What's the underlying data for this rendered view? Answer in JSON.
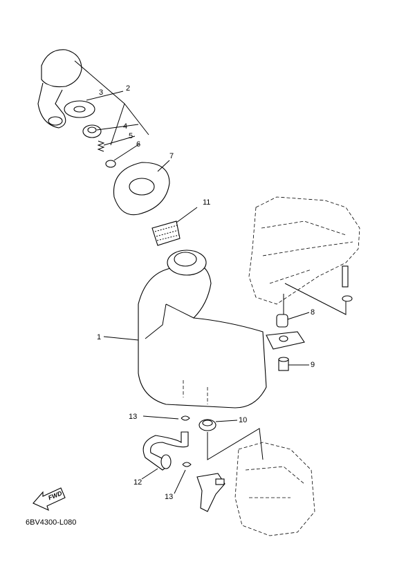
{
  "diagram": {
    "callouts": [
      "1",
      "2",
      "3",
      "4",
      "5",
      "6",
      "7",
      "8",
      "9",
      "10",
      "11",
      "12",
      "13",
      "13"
    ],
    "direction_badge": "FWD",
    "drawing_code": "6BV4300-L080"
  }
}
